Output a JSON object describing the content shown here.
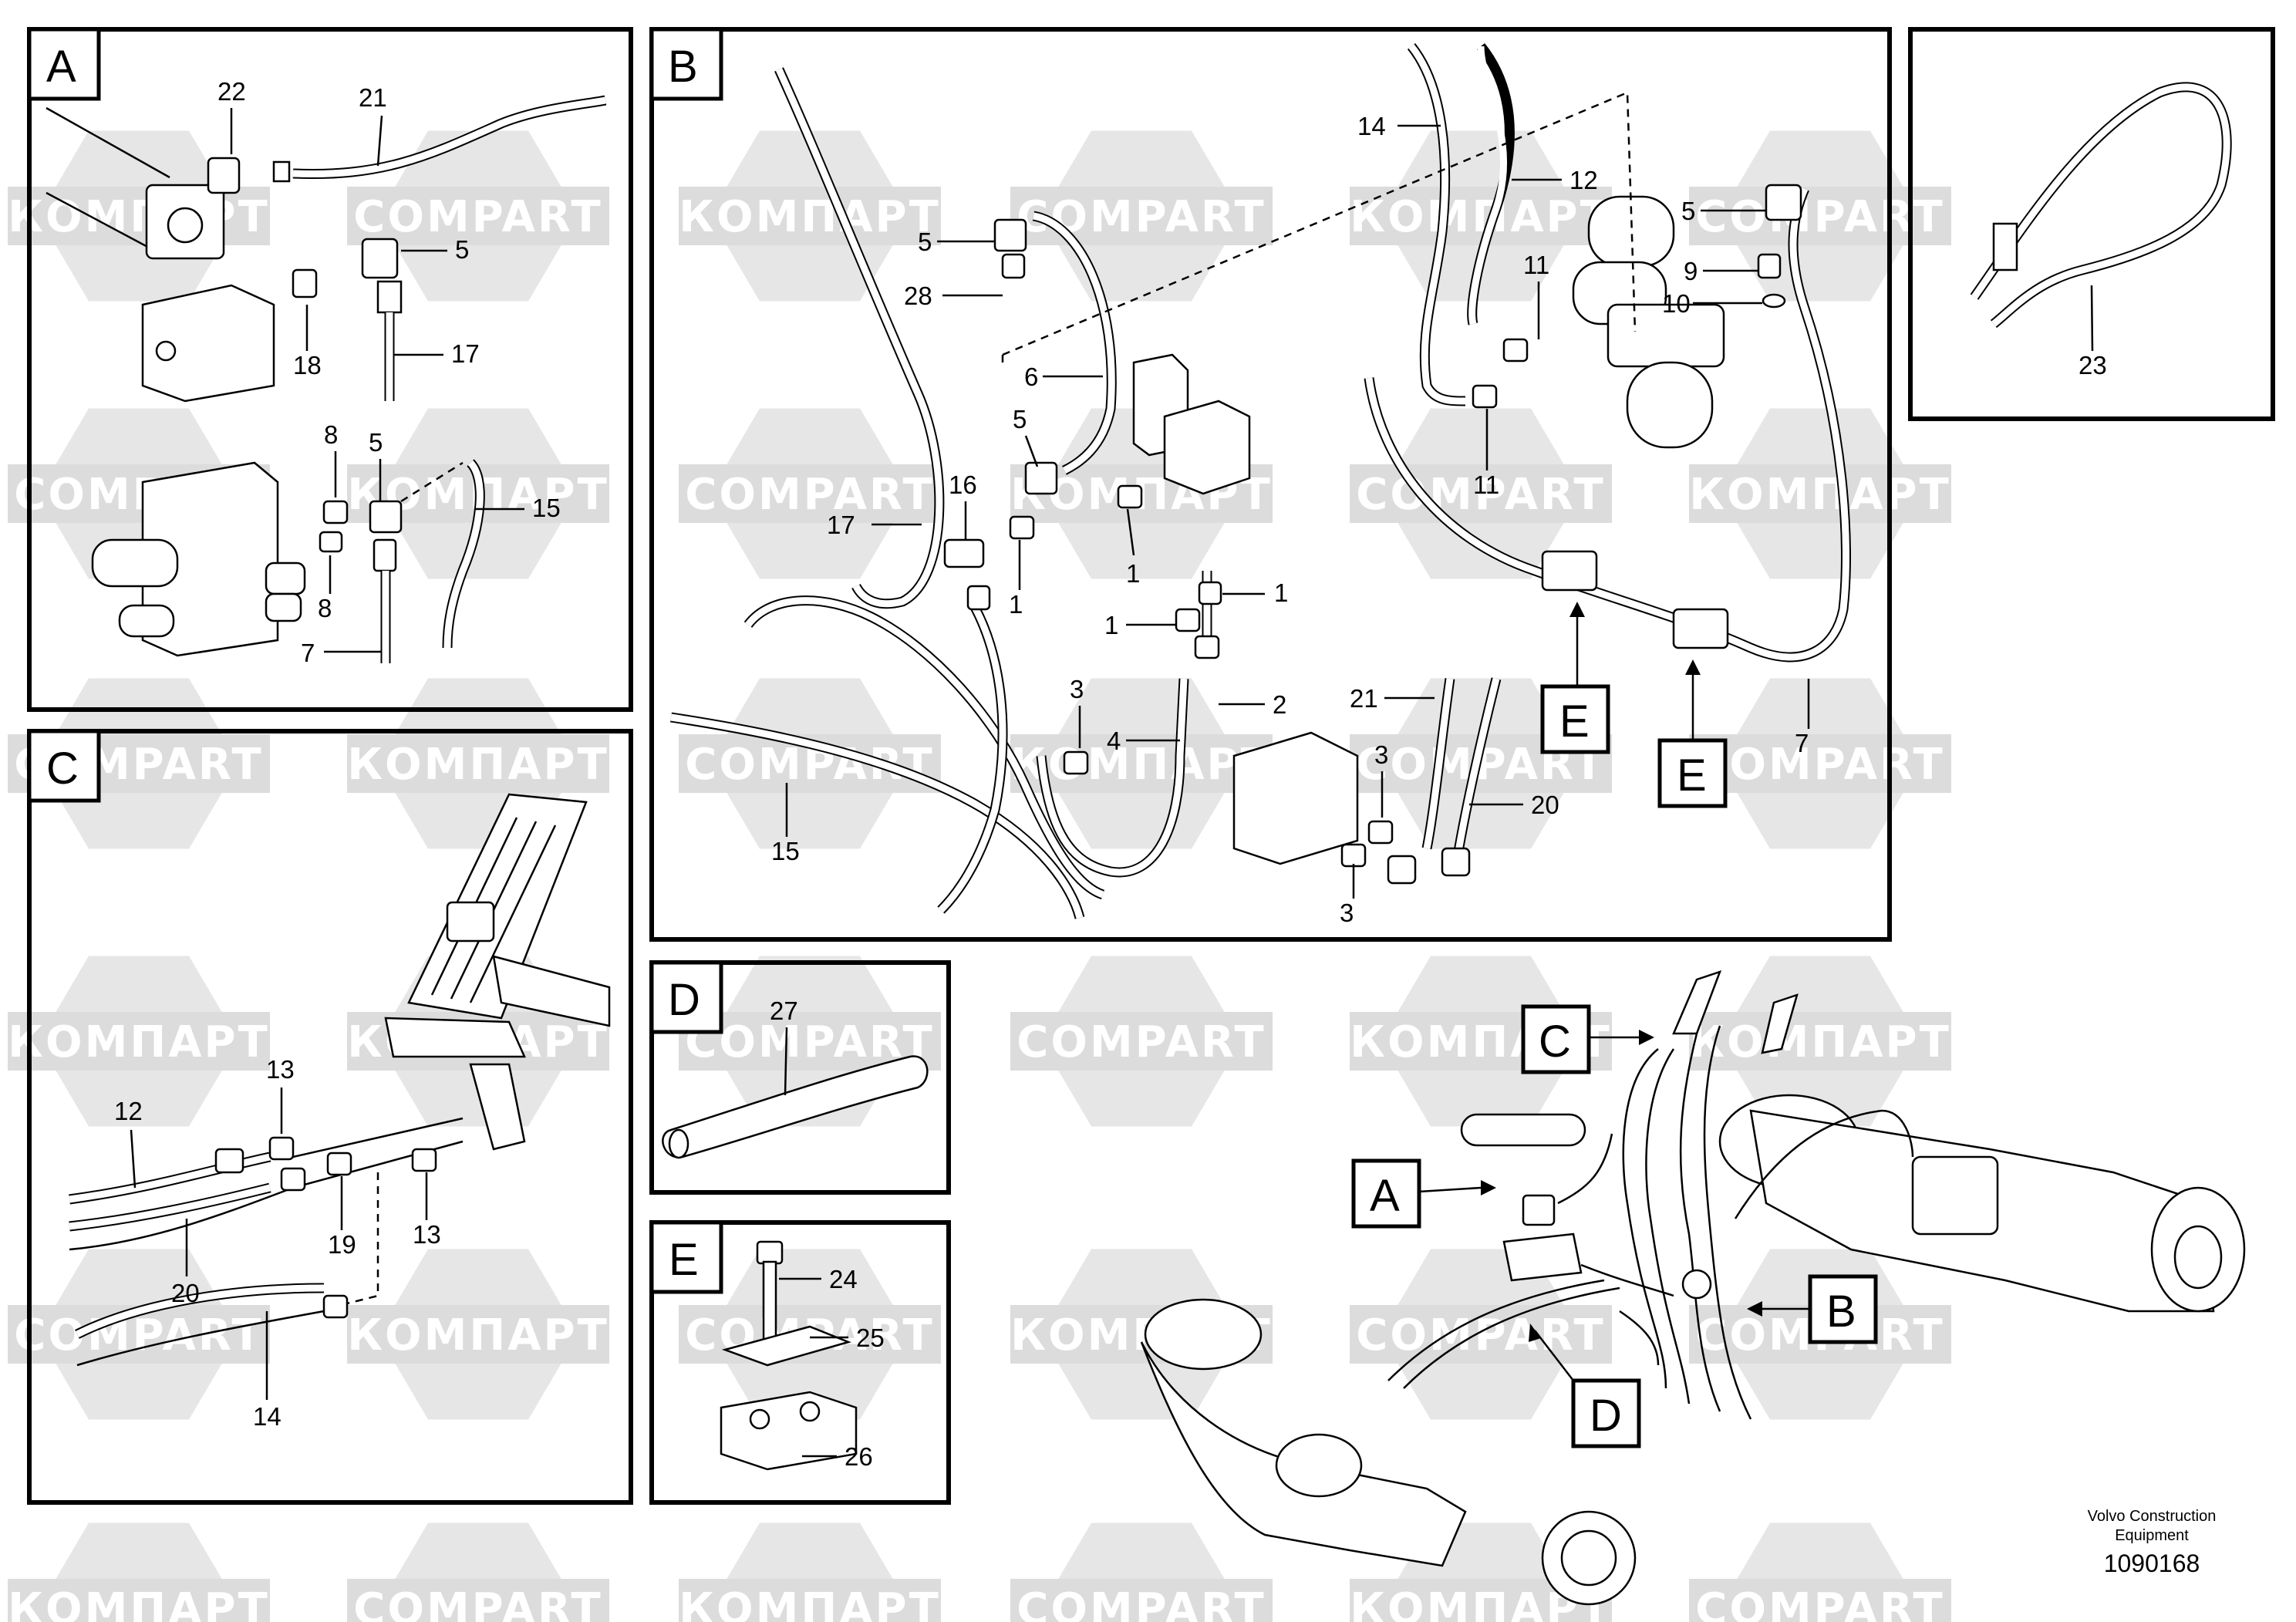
{
  "panels": {
    "A": {
      "letter": "A",
      "labels": {
        "l22": "22",
        "l21": "21",
        "l5a": "5",
        "l18": "18",
        "l17": "17",
        "l8a": "8",
        "l5b": "5",
        "l15": "15",
        "l8b": "8",
        "l7": "7"
      }
    },
    "B": {
      "letter": "B",
      "labels": {
        "l14": "14",
        "l12": "12",
        "l5a": "5",
        "l28": "28",
        "l6": "6",
        "l5b": "5",
        "l16": "16",
        "l17": "17",
        "l1a": "1",
        "l1b": "1",
        "l1c": "1",
        "l1d": "1",
        "l11a": "11",
        "l11b": "11",
        "l5c": "5",
        "l9": "9",
        "l10": "10",
        "l3a": "3",
        "l2": "2",
        "l4": "4",
        "l21": "21",
        "l3b": "3",
        "l20": "20",
        "l3c": "3",
        "l15": "15",
        "l7": "7",
        "lEa": "E",
        "lEb": "E"
      }
    },
    "C": {
      "letter": "C",
      "labels": {
        "l13a": "13",
        "l12": "12",
        "l19": "19",
        "l13b": "13",
        "l20": "20",
        "l14": "14"
      }
    },
    "D": {
      "letter": "D",
      "labels": {
        "l27": "27"
      }
    },
    "E": {
      "letter": "E",
      "labels": {
        "l24": "24",
        "l25": "25",
        "l26": "26"
      }
    },
    "strap": {
      "labels": {
        "l23": "23"
      }
    },
    "overview": {
      "callouts": {
        "A": "A",
        "B": "B",
        "C": "C",
        "D": "D"
      }
    }
  },
  "watermarks": {
    "latin": "COMPART",
    "cyrillic": "КОМПАРТ"
  },
  "footer": {
    "brand": "Volvo Construction",
    "brand2": "Equipment",
    "doc_number": "1090168"
  }
}
